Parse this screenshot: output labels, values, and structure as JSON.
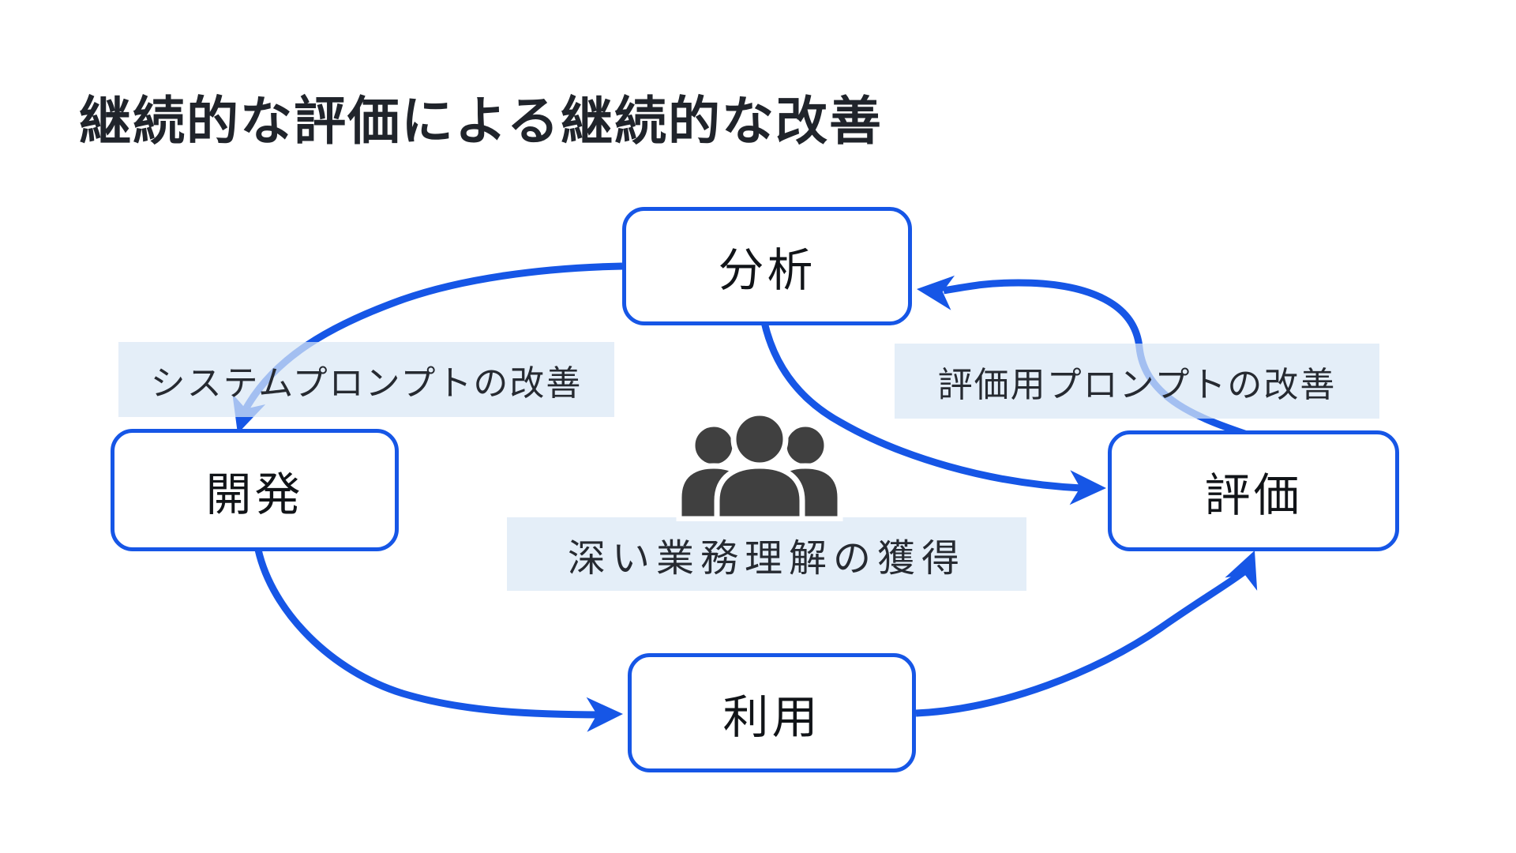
{
  "slide": {
    "title": "継続的な評価による継続的な改善"
  },
  "nodes": {
    "analysis": "分析",
    "development": "開発",
    "evaluation": "評価",
    "usage": "利用"
  },
  "edge_labels": {
    "system_prompt_improvement": "システムプロンプトの改善",
    "evaluation_prompt_improvement": "評価用プロンプトの改善",
    "deep_understanding": "深い業務理解の獲得"
  },
  "icons": {
    "center_icon": "people-group-icon"
  },
  "colors": {
    "canvas_bg": "#ffffff",
    "arrow_blue": "#1656e6",
    "node_border": "#1656e6",
    "node_text": "#111418",
    "title_color": "#20242b",
    "label_bg": "rgba(217,231,245,0.72)",
    "label_text": "#262a31",
    "icon_gray": "#404040"
  }
}
